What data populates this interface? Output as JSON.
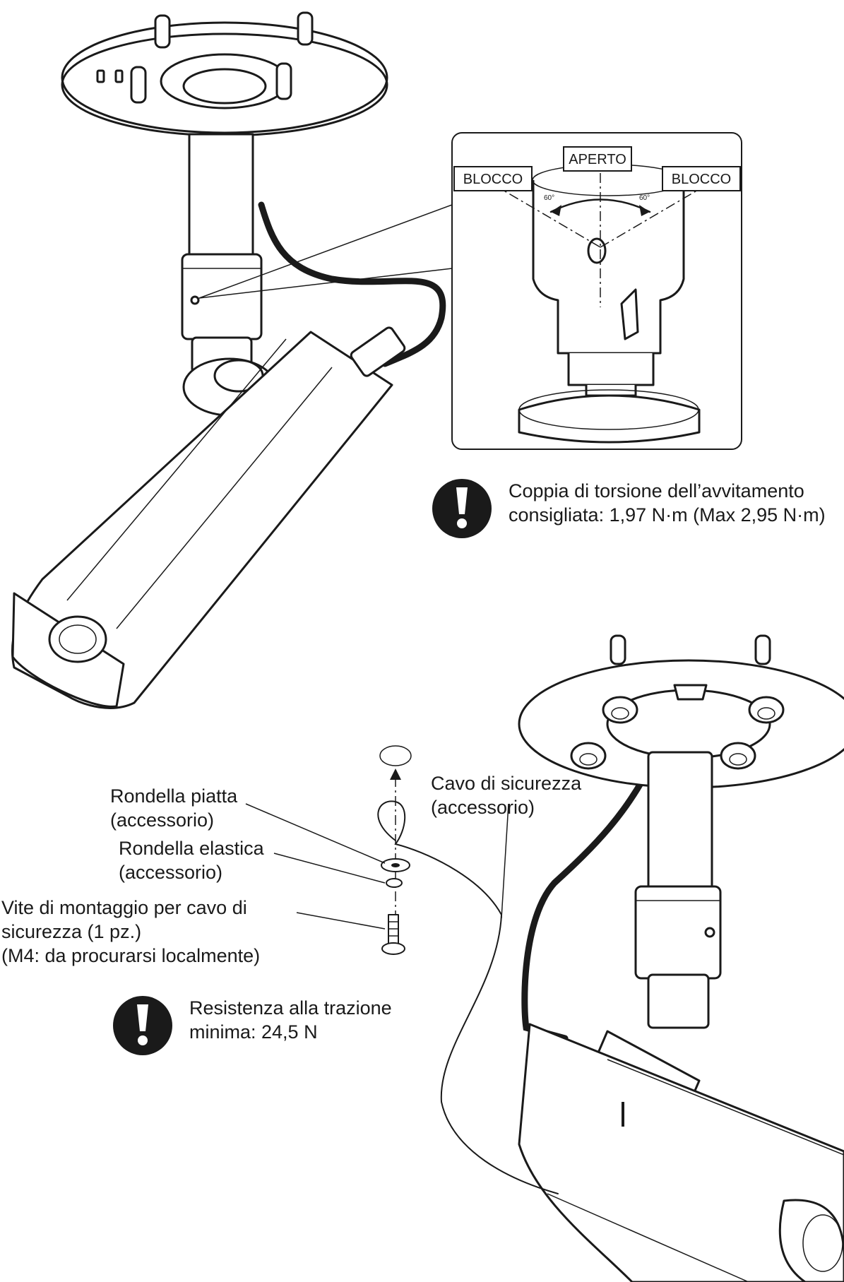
{
  "detail": {
    "lock_left": "BLOCCO",
    "open": "APERTO",
    "lock_right": "BLOCCO",
    "angle_left": "60°",
    "angle_right": "60°"
  },
  "torque": {
    "line1": "Coppia di torsione dell’avvitamento",
    "line2": "consigliata: 1,97 N·m (Max 2,95 N·m)"
  },
  "flat_washer": {
    "line1": "Rondella piatta",
    "line2": "(accessorio)"
  },
  "spring_washer": {
    "line1": "Rondella elastica",
    "line2": "(accessorio)"
  },
  "mount_screw": {
    "line1": "Vite di montaggio per cavo di",
    "line2": "sicurezza (1 pz.)",
    "line3": "(M4: da procurarsi localmente)"
  },
  "safety_wire": {
    "line1": "Cavo di sicurezza",
    "line2": "(accessorio)"
  },
  "tension": {
    "line1": "Resistenza alla trazione",
    "line2": "minima: 24,5 N"
  },
  "icons": {
    "caution": "exclamation-caution-icon"
  }
}
